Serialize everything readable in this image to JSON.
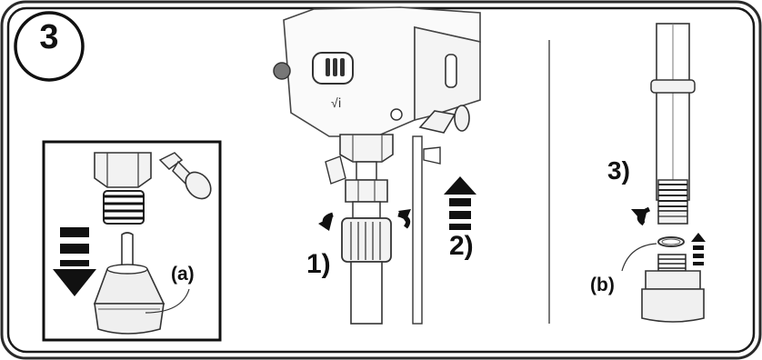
{
  "step": {
    "number": "3"
  },
  "labels": {
    "step1": "1)",
    "step2": "2)",
    "step3": "3)",
    "part_a": "(a)",
    "part_b": "(b)"
  },
  "colors": {
    "frame_outer": "#2a2a2a",
    "frame_inner": "#1a1a1a",
    "line_art": "#3a3a3a",
    "part_fill": "#efefef",
    "arrow_fill": "#111111"
  }
}
